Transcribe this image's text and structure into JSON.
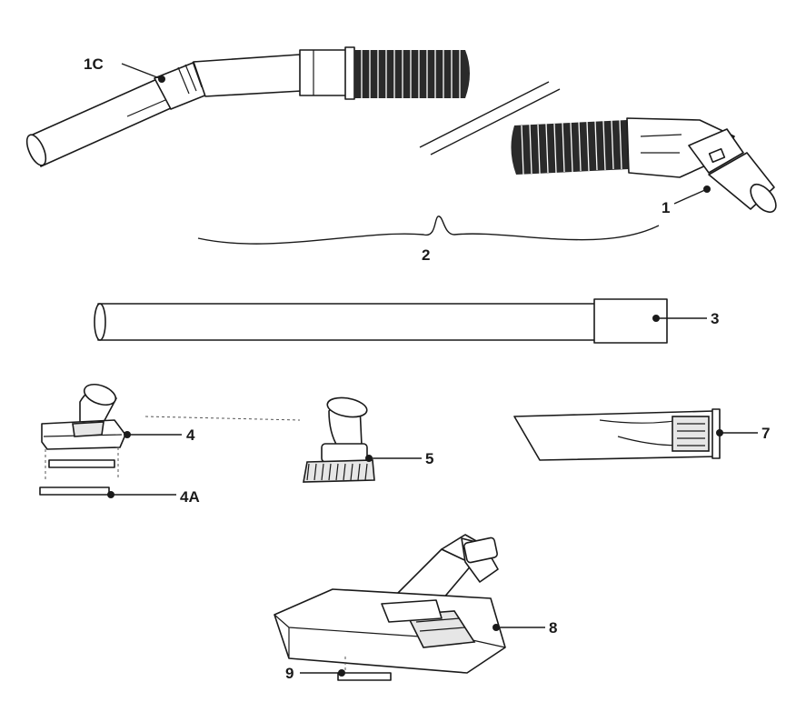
{
  "callouts": {
    "c1c": "1C",
    "c1": "1",
    "c2": "2",
    "c3": "3",
    "c4": "4",
    "c4a": "4A",
    "c5": "5",
    "c7": "7",
    "c8": "8",
    "c9": "9"
  }
}
